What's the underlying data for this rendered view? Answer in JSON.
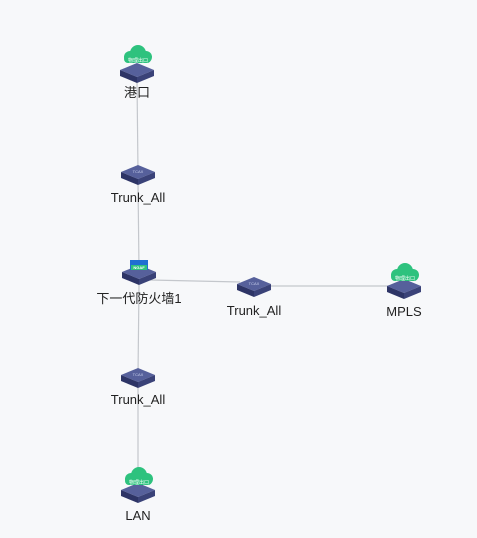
{
  "colors": {
    "background": "#f7f8fa",
    "link": "#c4c7cc",
    "cloud": "#2ec27e",
    "device_top": "#4a5590",
    "device_side": "#2d3466",
    "label": "#222222"
  },
  "nodes": {
    "port": {
      "label": "港口",
      "cloud_text": "物理出口",
      "icon": "cloud-exit-icon"
    },
    "switch_top": {
      "label": "Trunk_All",
      "device_text": "TCAX",
      "icon": "switch-icon"
    },
    "firewall": {
      "label": "下一代防火墙1",
      "badge_text": "NGAF",
      "icon": "firewall-icon"
    },
    "switch_right": {
      "label": "Trunk_All",
      "device_text": "TCAX",
      "icon": "switch-icon"
    },
    "mpls": {
      "label": "MPLS",
      "cloud_text": "物理出口",
      "icon": "cloud-exit-icon"
    },
    "switch_bottom": {
      "label": "Trunk_All",
      "device_text": "TCAX",
      "icon": "switch-icon"
    },
    "lan": {
      "label": "LAN",
      "cloud_text": "物理出口",
      "icon": "cloud-exit-icon"
    }
  }
}
